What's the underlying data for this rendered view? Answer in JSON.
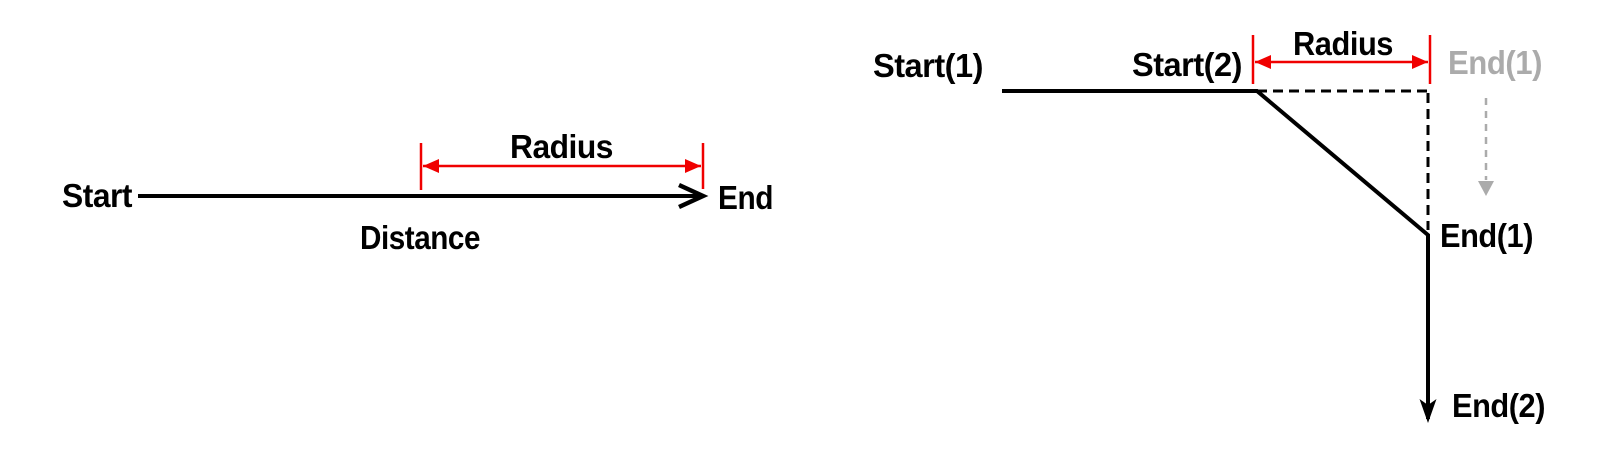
{
  "colors": {
    "line": "#000000",
    "red": "#f00000",
    "ghost": "#ababab",
    "background": "#ffffff"
  },
  "left_diagram": {
    "start_label": "Start",
    "end_label": "End",
    "distance_label": "Distance",
    "radius_label": "Radius"
  },
  "right_diagram": {
    "start1_label": "Start(1)",
    "start2_label": "Start(2)",
    "radius_label": "Radius",
    "end1_ghost_label": "End(1)",
    "end1_label": "End(1)",
    "end2_label": "End(2)"
  }
}
